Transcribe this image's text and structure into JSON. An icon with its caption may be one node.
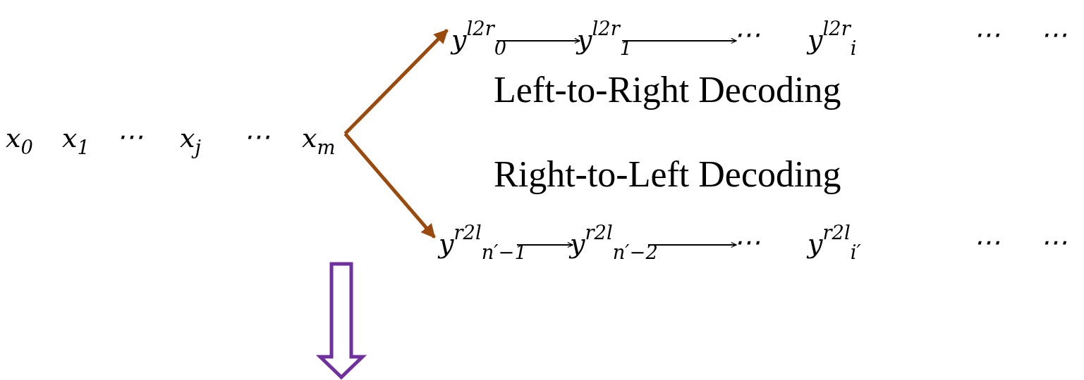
{
  "diagram": {
    "nodes": [
      {
        "text": [
          "x$_{0}$"
        ]
      },
      {
        "text": [
          "x$_{1}$"
        ]
      },
      {
        "text": [
          "⋯"
        ]
      },
      {
        "text": [
          "x$_{j}$"
        ]
      },
      {
        "text": [
          "⋯"
        ]
      },
      {
        "text": [
          "x$_{m}$"
        ]
      },
      {
        "text": [
          "y$^{l2r}$$_{0}$"
        ]
      },
      {
        "text": [
          "y$^{l2r}$$_{1}$"
        ]
      },
      {
        "text": [
          "⋯"
        ]
      },
      {
        "text": [
          "y$^{l2r}$$_{i}$"
        ]
      },
      {
        "text": [
          "⋯"
        ]
      },
      {
        "text": [
          "⋯"
        ]
      },
      {
        "text": [
          "y$^{r2l}$$_{n′−1}$"
        ]
      },
      {
        "text": [
          "y$^{r2l}$$_{n′−2}$"
        ]
      },
      {
        "text": [
          "⋯"
        ]
      },
      {
        "text": [
          "y$^{r2l}$$_{i′}$"
        ]
      },
      {
        "text": [
          "⋯"
        ]
      },
      {
        "text": [
          "⋯"
        ]
      }
    ],
    "edges": [
      {
        "from": 5,
        "to": 6,
        "arrow": "to",
        "style": "thick",
        "color": "#9a4a0c"
      },
      {
        "from": 5,
        "to": 12,
        "arrow": "to",
        "style": "thick",
        "color": "#9a4a0c"
      },
      {
        "from": 6,
        "to": 7,
        "arrow": "to"
      },
      {
        "from": 7,
        "to": 8,
        "arrow": "to"
      },
      {
        "from": 12,
        "to": 13,
        "arrow": "to"
      },
      {
        "from": 13,
        "to": 14,
        "arrow": "to"
      }
    ],
    "labels": [
      "Left-to-Right Decoding",
      "Right-to-Left Decoding"
    ]
  }
}
